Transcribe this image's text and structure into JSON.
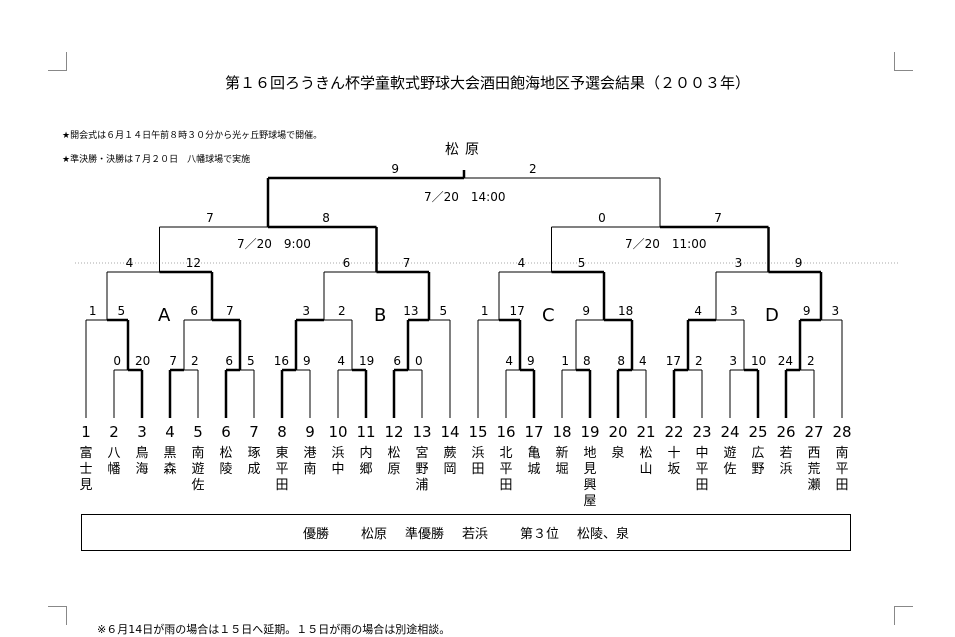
{
  "title": "第１６回ろうきん杯学童軟式野球大会酒田飽海地区予選会結果（２００３年）",
  "notes": [
    "★開会式は６月１４日午前８時３０分から光ヶ丘野球場で開催。",
    "★準決勝・決勝は７月２０日　八幡球場で実施"
  ],
  "champion_label": "松原",
  "dates": {
    "final": "7／20　14:00",
    "semi_left": "7／20　9:00",
    "semi_right": "7／20　11:00"
  },
  "groups": [
    "A",
    "B",
    "C",
    "D"
  ],
  "teams": [
    {
      "no": "1",
      "name": "富士見"
    },
    {
      "no": "2",
      "name": "八幡"
    },
    {
      "no": "3",
      "name": "鳥海"
    },
    {
      "no": "4",
      "name": "黒森"
    },
    {
      "no": "5",
      "name": "南遊佐"
    },
    {
      "no": "6",
      "name": "松陵"
    },
    {
      "no": "7",
      "name": "琢成"
    },
    {
      "no": "8",
      "name": "東平田"
    },
    {
      "no": "9",
      "name": "港南"
    },
    {
      "no": "10",
      "name": "浜中"
    },
    {
      "no": "11",
      "name": "内郷"
    },
    {
      "no": "12",
      "name": "松原"
    },
    {
      "no": "13",
      "name": "宮野浦"
    },
    {
      "no": "14",
      "name": "蕨岡"
    },
    {
      "no": "15",
      "name": "浜田"
    },
    {
      "no": "16",
      "name": "北平田"
    },
    {
      "no": "17",
      "name": "亀城"
    },
    {
      "no": "18",
      "name": "新堀"
    },
    {
      "no": "19",
      "name": "地見興屋"
    },
    {
      "no": "20",
      "name": "泉"
    },
    {
      "no": "21",
      "name": "松山"
    },
    {
      "no": "22",
      "name": "十坂"
    },
    {
      "no": "23",
      "name": "中平田"
    },
    {
      "no": "24",
      "name": "遊佐"
    },
    {
      "no": "25",
      "name": "広野"
    },
    {
      "no": "26",
      "name": "若浜"
    },
    {
      "no": "27",
      "name": "西荒瀬"
    },
    {
      "no": "28",
      "name": "南平田"
    }
  ],
  "scores": [
    [
      0,
      20
    ],
    [
      7,
      2
    ],
    [
      6,
      5
    ],
    [
      1,
      5
    ],
    [
      6,
      7
    ],
    [
      4,
      12
    ],
    [
      16,
      9
    ],
    [
      4,
      19
    ],
    [
      6,
      0
    ],
    [
      3,
      2
    ],
    [
      13,
      5
    ],
    [
      6,
      7
    ],
    [
      4,
      9
    ],
    [
      1,
      8
    ],
    [
      8,
      4
    ],
    [
      1,
      17
    ],
    [
      9,
      18
    ],
    [
      4,
      5
    ],
    [
      17,
      2
    ],
    [
      3,
      10
    ],
    [
      24,
      2
    ],
    [
      4,
      3
    ],
    [
      9,
      3
    ],
    [
      3,
      9
    ],
    [
      7,
      8
    ],
    [
      0,
      7
    ],
    [
      9,
      2
    ]
  ],
  "result": {
    "champion_label": "優勝",
    "champion": "松原",
    "runner_up_label": "準優勝",
    "runner_up": "若浜",
    "third_label": "第３位",
    "third": "松陵、泉"
  },
  "footer": "※６月14日が雨の場合は１５日へ延期。１５日が雨の場合は別途相談。"
}
